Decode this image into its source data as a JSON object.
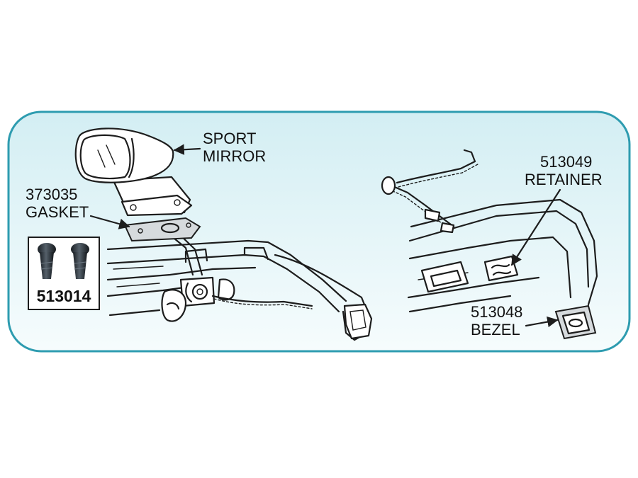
{
  "colors": {
    "panel_border": "#2e9cb0",
    "panel_fill_top": "#d3eef3",
    "panel_fill_bottom": "#f6fcfd",
    "ink": "#1d1d1d"
  },
  "callouts": {
    "sport_mirror": {
      "line1": "SPORT",
      "line2": "MIRROR"
    },
    "gasket": {
      "line1": "373035",
      "line2": "GASKET"
    },
    "retainer": {
      "line1": "513049",
      "line2": "RETAINER"
    },
    "bezel": {
      "line1": "513048",
      "line2": "BEZEL"
    },
    "screws": {
      "part_number": "513014"
    }
  }
}
